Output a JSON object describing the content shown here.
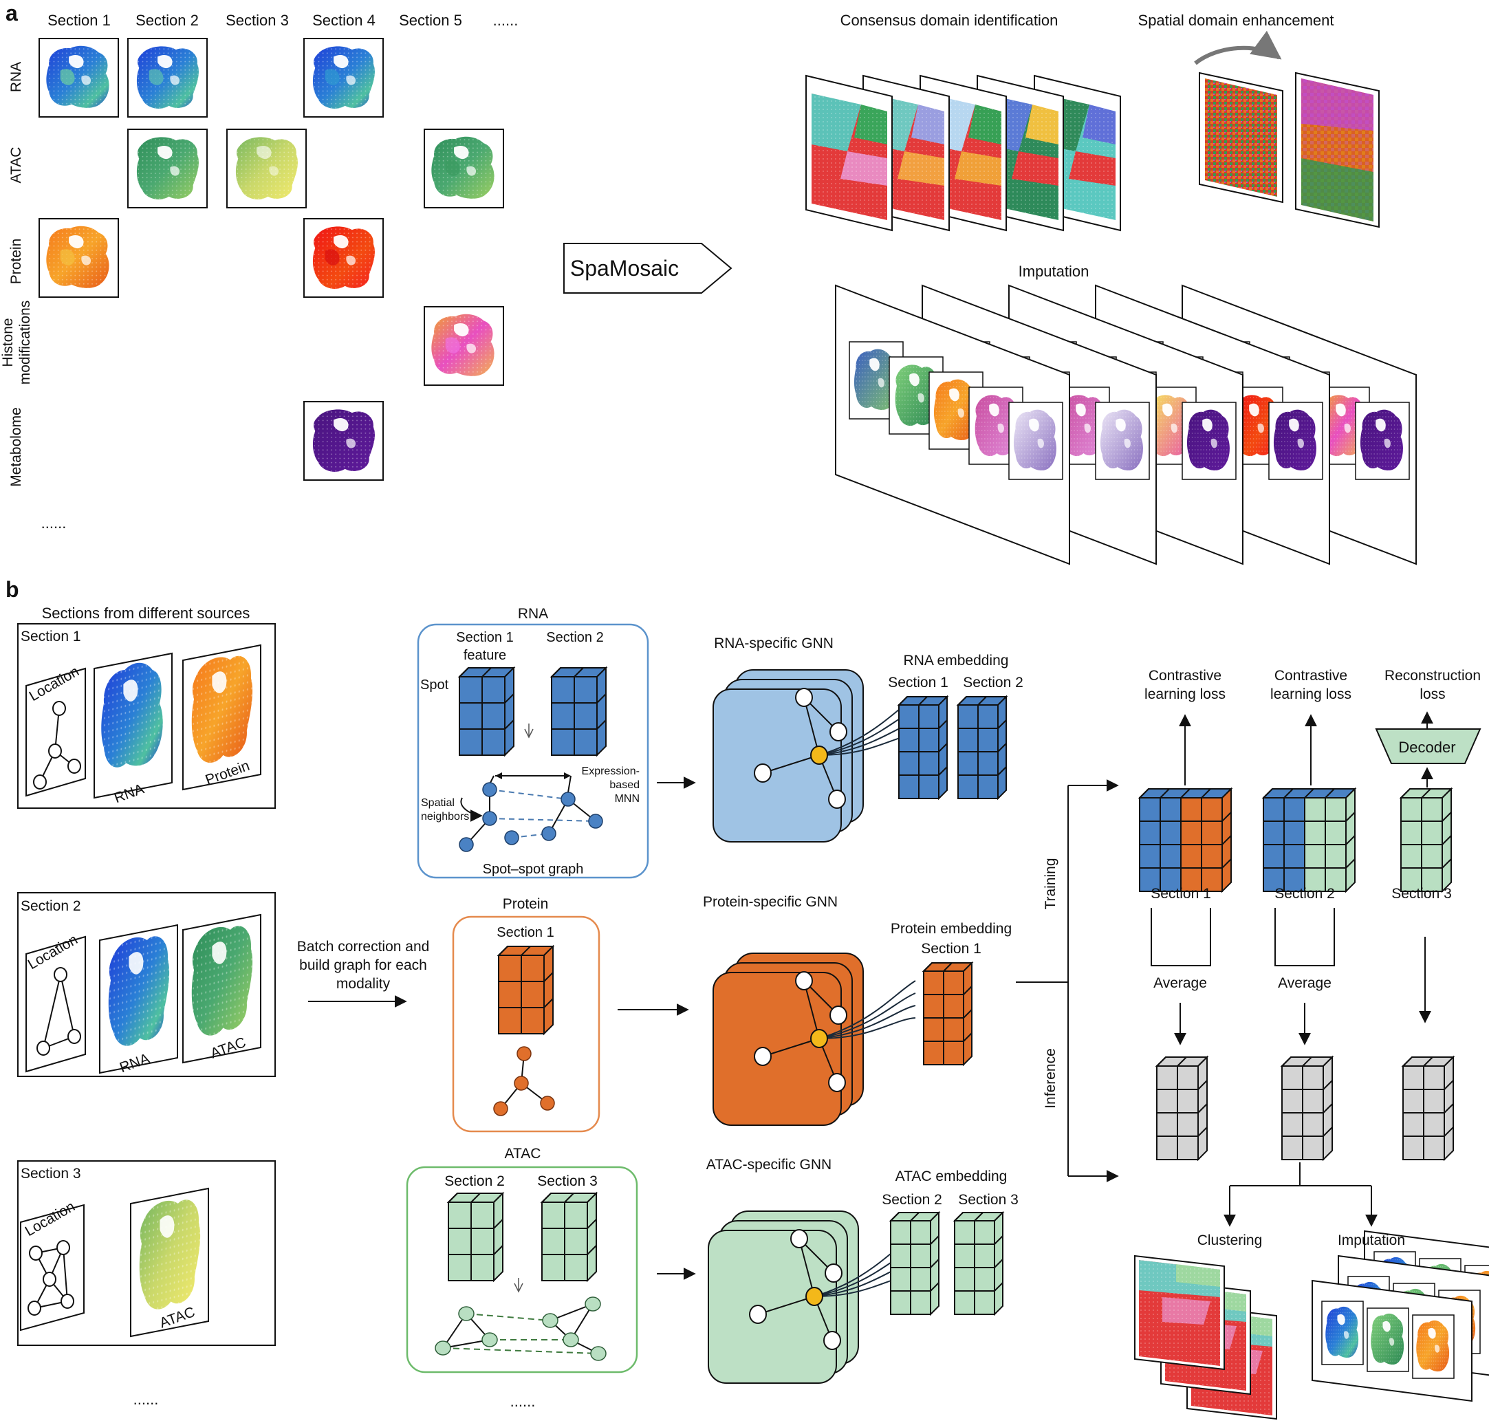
{
  "panel_a": {
    "letter": "a",
    "section_headers": [
      "Section 1",
      "Section 2",
      "Section 3",
      "Section 4",
      "Section 5",
      "......"
    ],
    "modality_labels": [
      "RNA",
      "ATAC",
      "Protein",
      "Metabolome"
    ],
    "histone_label_line1": "Histone",
    "histone_label_line2": "modifications",
    "row_ellipsis": "......",
    "spamosaic_label": "SpaMosaic",
    "consensus_title": "Consensus domain identification",
    "enhancement_title": "Spatial domain enhancement",
    "imputation_title": "Imputation"
  },
  "panel_b": {
    "letter": "b",
    "sources_title": "Sections from different sources",
    "section_boxes": [
      {
        "title": "Section 1",
        "location": "Location",
        "tissues": [
          "RNA",
          "Protein"
        ]
      },
      {
        "title": "Section 2",
        "location": "Location",
        "tissues": [
          "RNA",
          "ATAC"
        ]
      },
      {
        "title": "Section 3",
        "location": "Location",
        "tissues": [
          "ATAC"
        ]
      }
    ],
    "left_ellipsis": "......",
    "batch_line1": "Batch correction and",
    "batch_line2": "build graph for each",
    "batch_line3": "modality",
    "rna_box": {
      "title": "RNA",
      "section1_line1": "Section 1",
      "section1_line2": "feature",
      "section2": "Section 2",
      "spot": "Spot",
      "expr_line1": "Expression-",
      "expr_line2": "based",
      "expr_line3": "MNN",
      "spatial_line1": "Spatial",
      "spatial_line2": "neighbors",
      "graph_label": "Spot–spot graph"
    },
    "protein_box": {
      "title": "Protein",
      "section1": "Section 1"
    },
    "atac_box": {
      "title": "ATAC",
      "section2": "Section 2",
      "section3": "Section 3"
    },
    "mid_ellipsis": "......",
    "gnn_titles": [
      "RNA-specific GNN",
      "Protein-specific GNN",
      "ATAC-specific GNN"
    ],
    "rna_embedding": {
      "title": "RNA embedding",
      "s1": "Section 1",
      "s2": "Section 2"
    },
    "protein_embedding": {
      "title": "Protein embedding",
      "s1": "Section 1"
    },
    "atac_embedding": {
      "title": "ATAC embedding",
      "s2": "Section 2",
      "s3": "Section 3"
    },
    "training": "Training",
    "inference": "Inference",
    "losses": [
      {
        "line1": "Contrastive",
        "line2": "learning loss"
      },
      {
        "line1": "Contrastive",
        "line2": "learning loss"
      },
      {
        "line1": "Reconstruction",
        "line2": "loss"
      }
    ],
    "decoder": "Decoder",
    "combined_sections": [
      "Section 1",
      "Section 2",
      "Section 3"
    ],
    "average": "Average",
    "clustering": "Clustering",
    "imputation": "Imputation"
  },
  "colors": {
    "rna": "#4a82c4",
    "protein": "#e06f2b",
    "atac": "#b9dfc2",
    "gray": "#d4d4d4",
    "gnn_rna": "#9fc3e4",
    "gnn_protein": "#e06f2b",
    "gnn_atac": "#bde0c5",
    "node_yellow": "#f3b81a",
    "rna_box": "#5b93cc",
    "protein_box": "#e58a4d",
    "atac_box": "#6dbb6b"
  }
}
